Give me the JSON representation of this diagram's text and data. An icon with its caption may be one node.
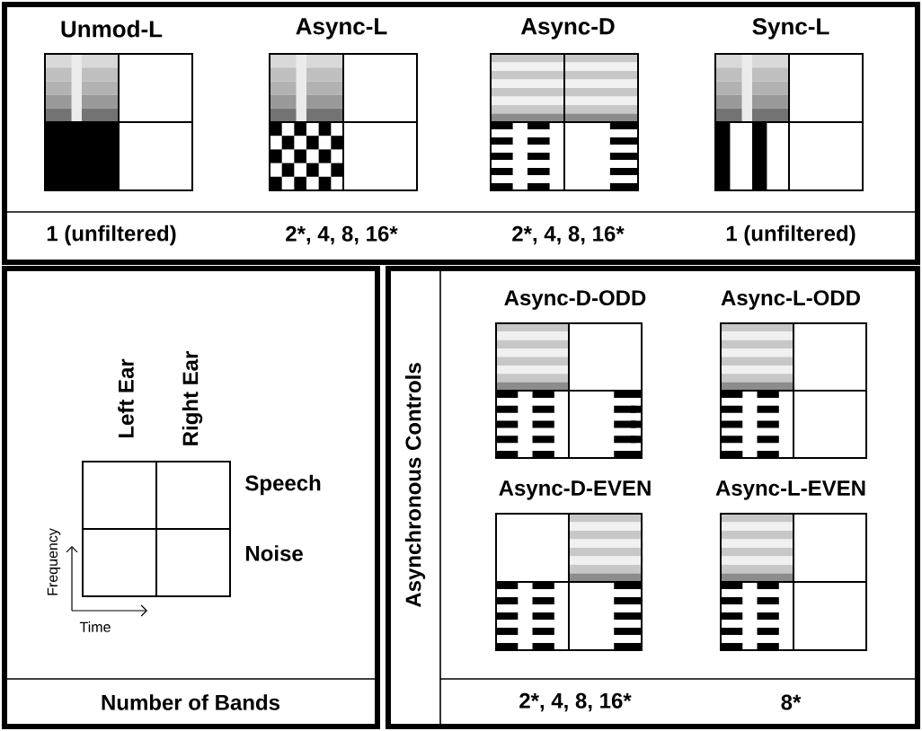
{
  "diagram": {
    "labels": [
      "Unmod-L",
      "Async-L",
      "Async-D",
      "Sync-L",
      "1 (unfiltered)",
      "2*, 4, 8, 16*",
      "2*, 4, 8, 16*",
      "1 (unfiltered)",
      "Left Ear",
      "Right Ear",
      "Speech",
      "Frequency",
      "Noise",
      "Time",
      "Asynchronous Controls",
      "Async-D-ODD",
      "Async-L-ODD",
      "Async-D-EVEN",
      "Async-L-EVEN",
      "Number of Bands",
      "2*, 4, 8, 16*",
      "8*"
    ]
  }
}
